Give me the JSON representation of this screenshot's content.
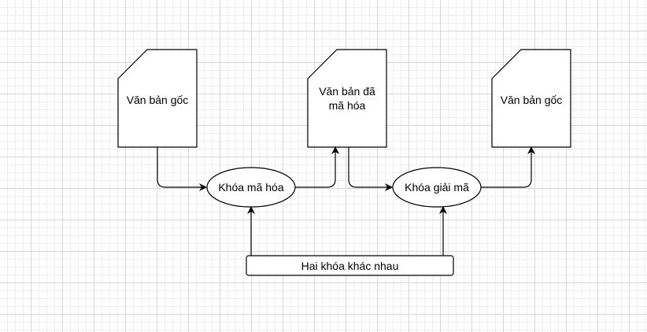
{
  "diagram": {
    "doc_left": "Văn bản gốc",
    "doc_middle_line1": "Văn bản đã",
    "doc_middle_line2": "mã hóa",
    "doc_right": "Văn bản gốc",
    "encrypt_key": "Khóa mã hóa",
    "decrypt_key": "Khóa giải mã",
    "keys_box": "Hai khóa khác nhau"
  },
  "colors": {
    "stroke": "#000000",
    "fill": "#ffffff",
    "grid": "#d6d6d6"
  }
}
